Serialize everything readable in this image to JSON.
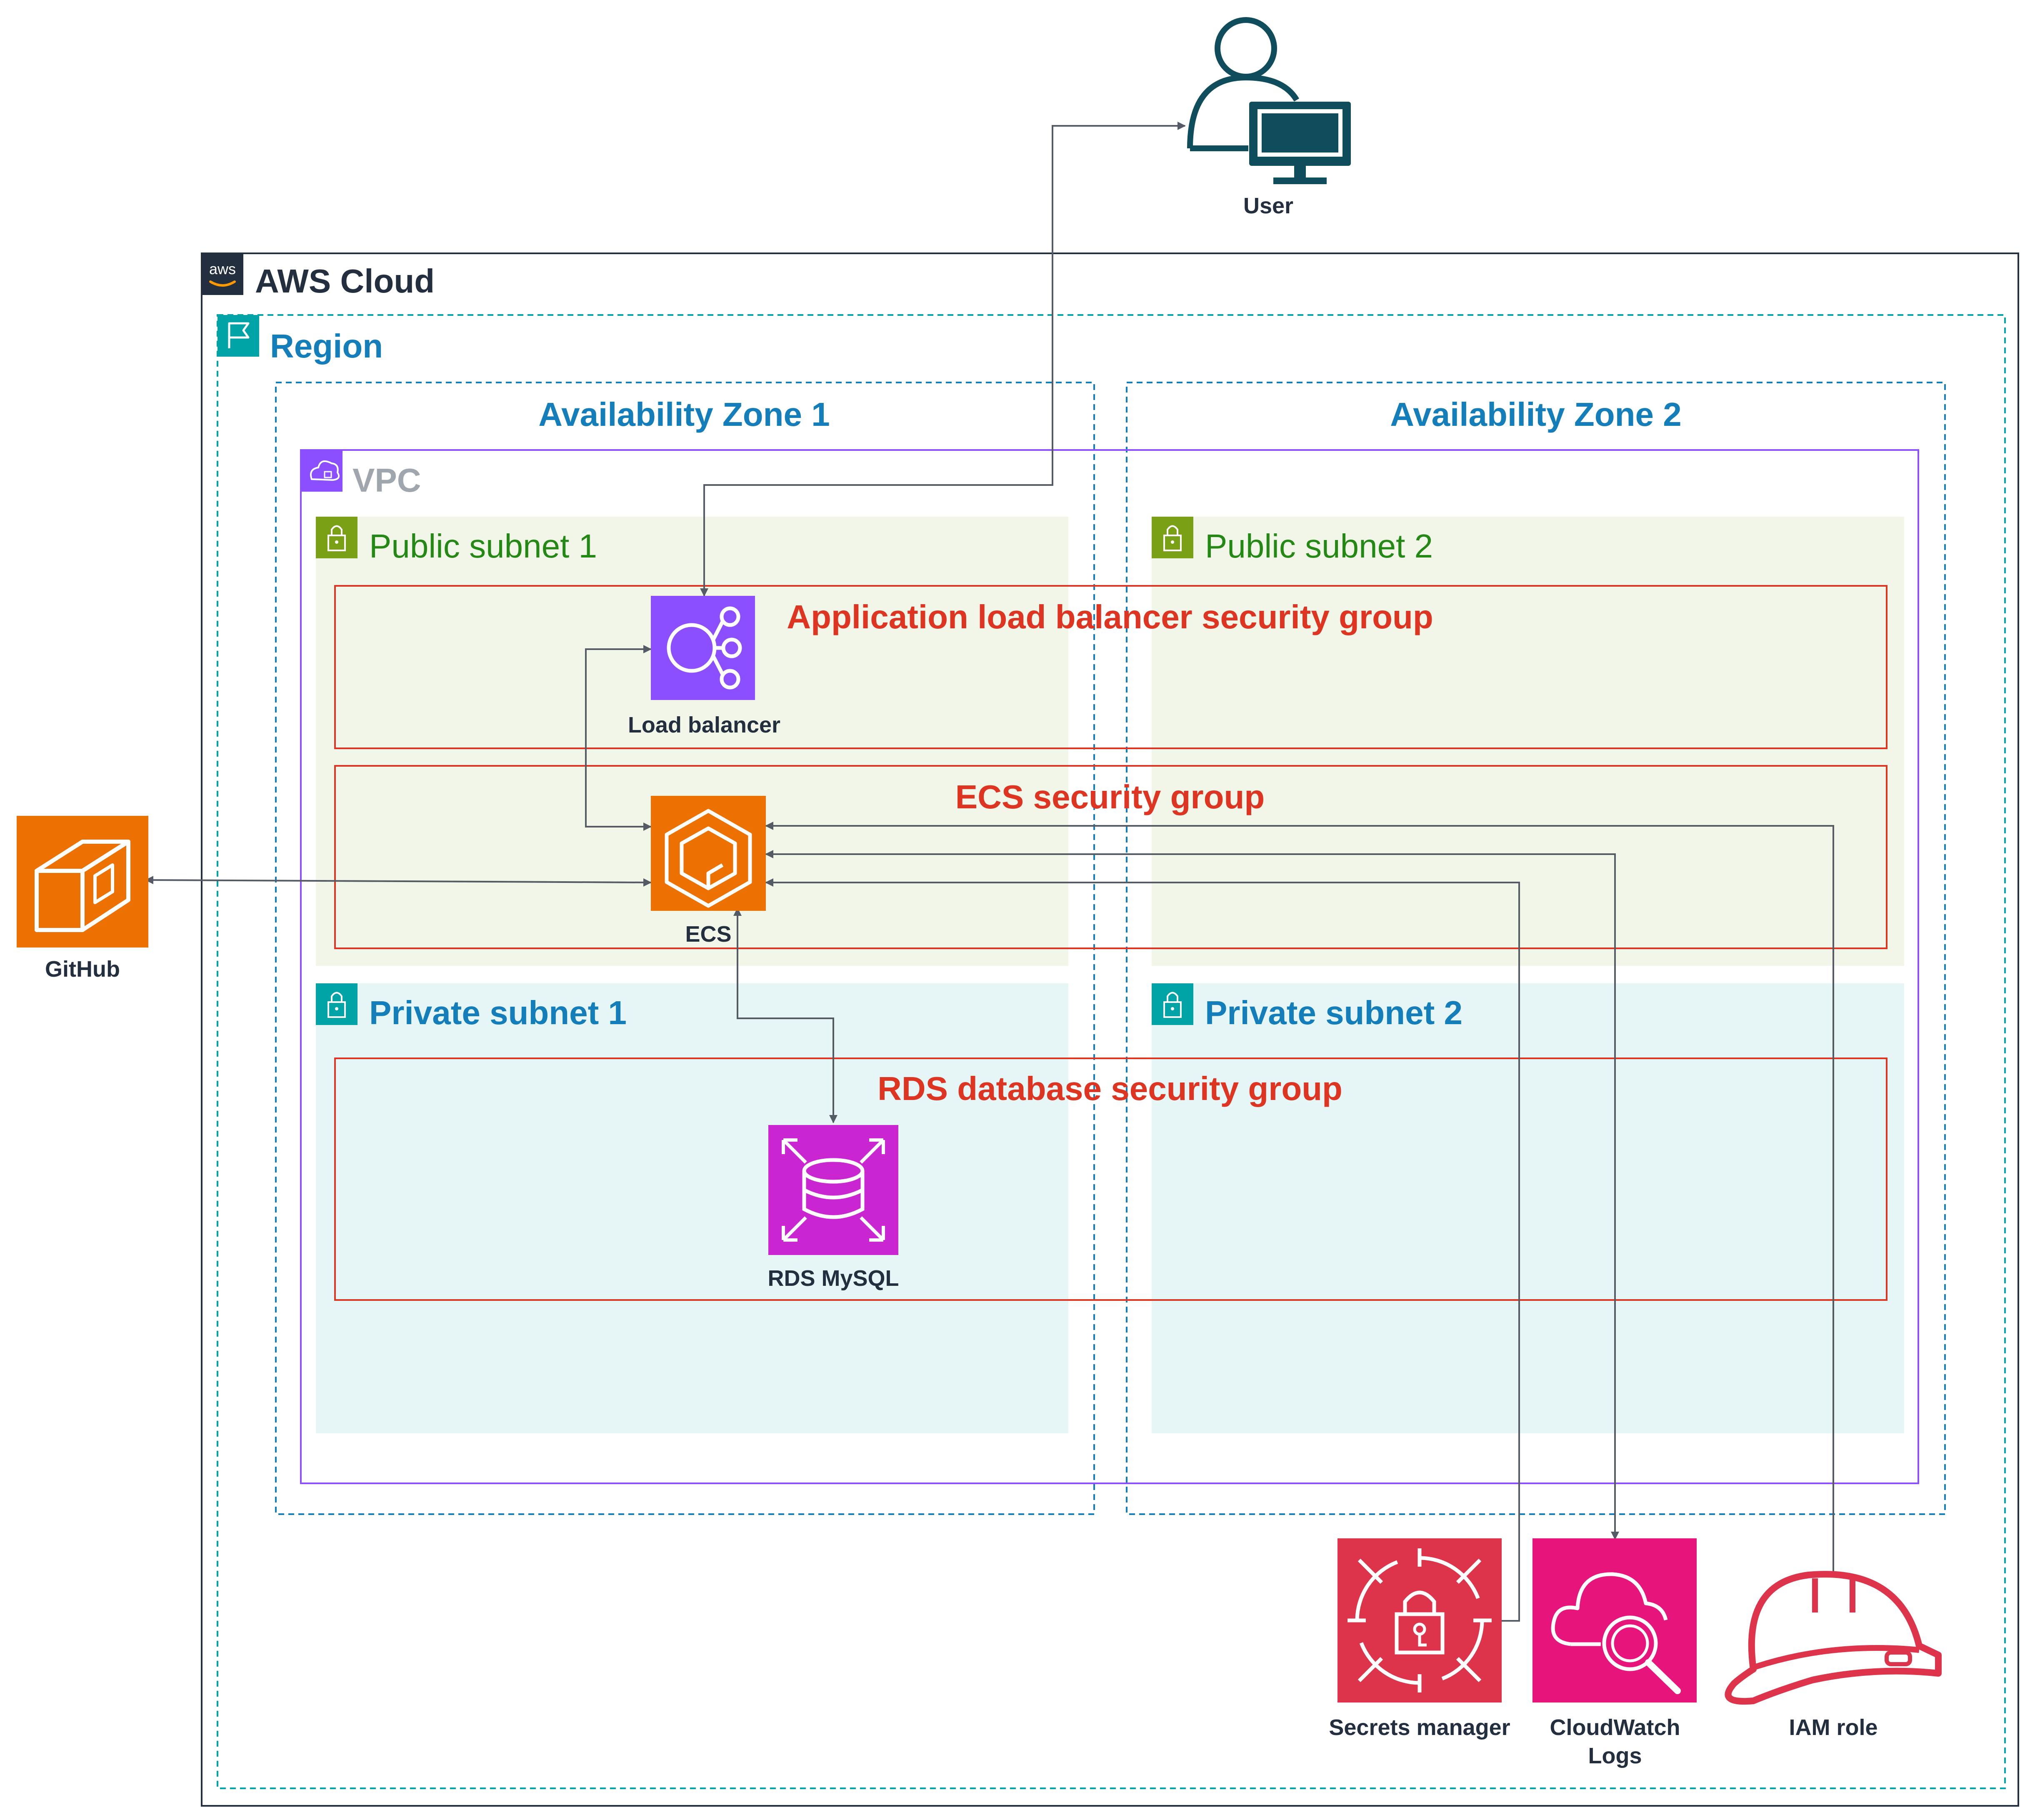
{
  "containers": {
    "aws_cloud": "AWS Cloud",
    "aws_logo": "aws",
    "region": "Region",
    "az1": "Availability Zone 1",
    "az2": "Availability Zone 2",
    "vpc": "VPC",
    "public_subnet_1": "Public subnet 1",
    "public_subnet_2": "Public subnet 2",
    "private_subnet_1": "Private subnet 1",
    "private_subnet_2": "Private subnet 2"
  },
  "security_groups": {
    "alb": "Application load balancer security group",
    "ecs": "ECS security group",
    "rds": "RDS database security group"
  },
  "nodes": {
    "user": "User",
    "load_balancer": "Load balancer",
    "ecs": "ECS",
    "github": "GitHub",
    "rds": "RDS MySQL",
    "secrets_manager": "Secrets manager",
    "cloudwatch_line1": "CloudWatch",
    "cloudwatch_line2": "Logs",
    "iam_role": "IAM role"
  },
  "colors": {
    "aws_dark": "#232F3E",
    "region_teal": "#147EBA",
    "zone_blue": "#147EBA",
    "vpc_purple": "#8C4FFF",
    "public_green": "#248814",
    "public_fill": "#F2F6E8",
    "private_teal": "#147EBA",
    "private_fill": "#E6F6F7",
    "subnet_icon_green": "#7AA116",
    "subnet_icon_teal": "#00A4A6",
    "security_red": "#DD3522",
    "elb_purple": "#8C4FFF",
    "compute_orange": "#ED7100",
    "database_magenta": "#C925D1",
    "security_crimson": "#DD344C",
    "management_pink": "#E7157B",
    "user_navy": "#0F4C5C",
    "arrow_gray": "#545B64"
  }
}
